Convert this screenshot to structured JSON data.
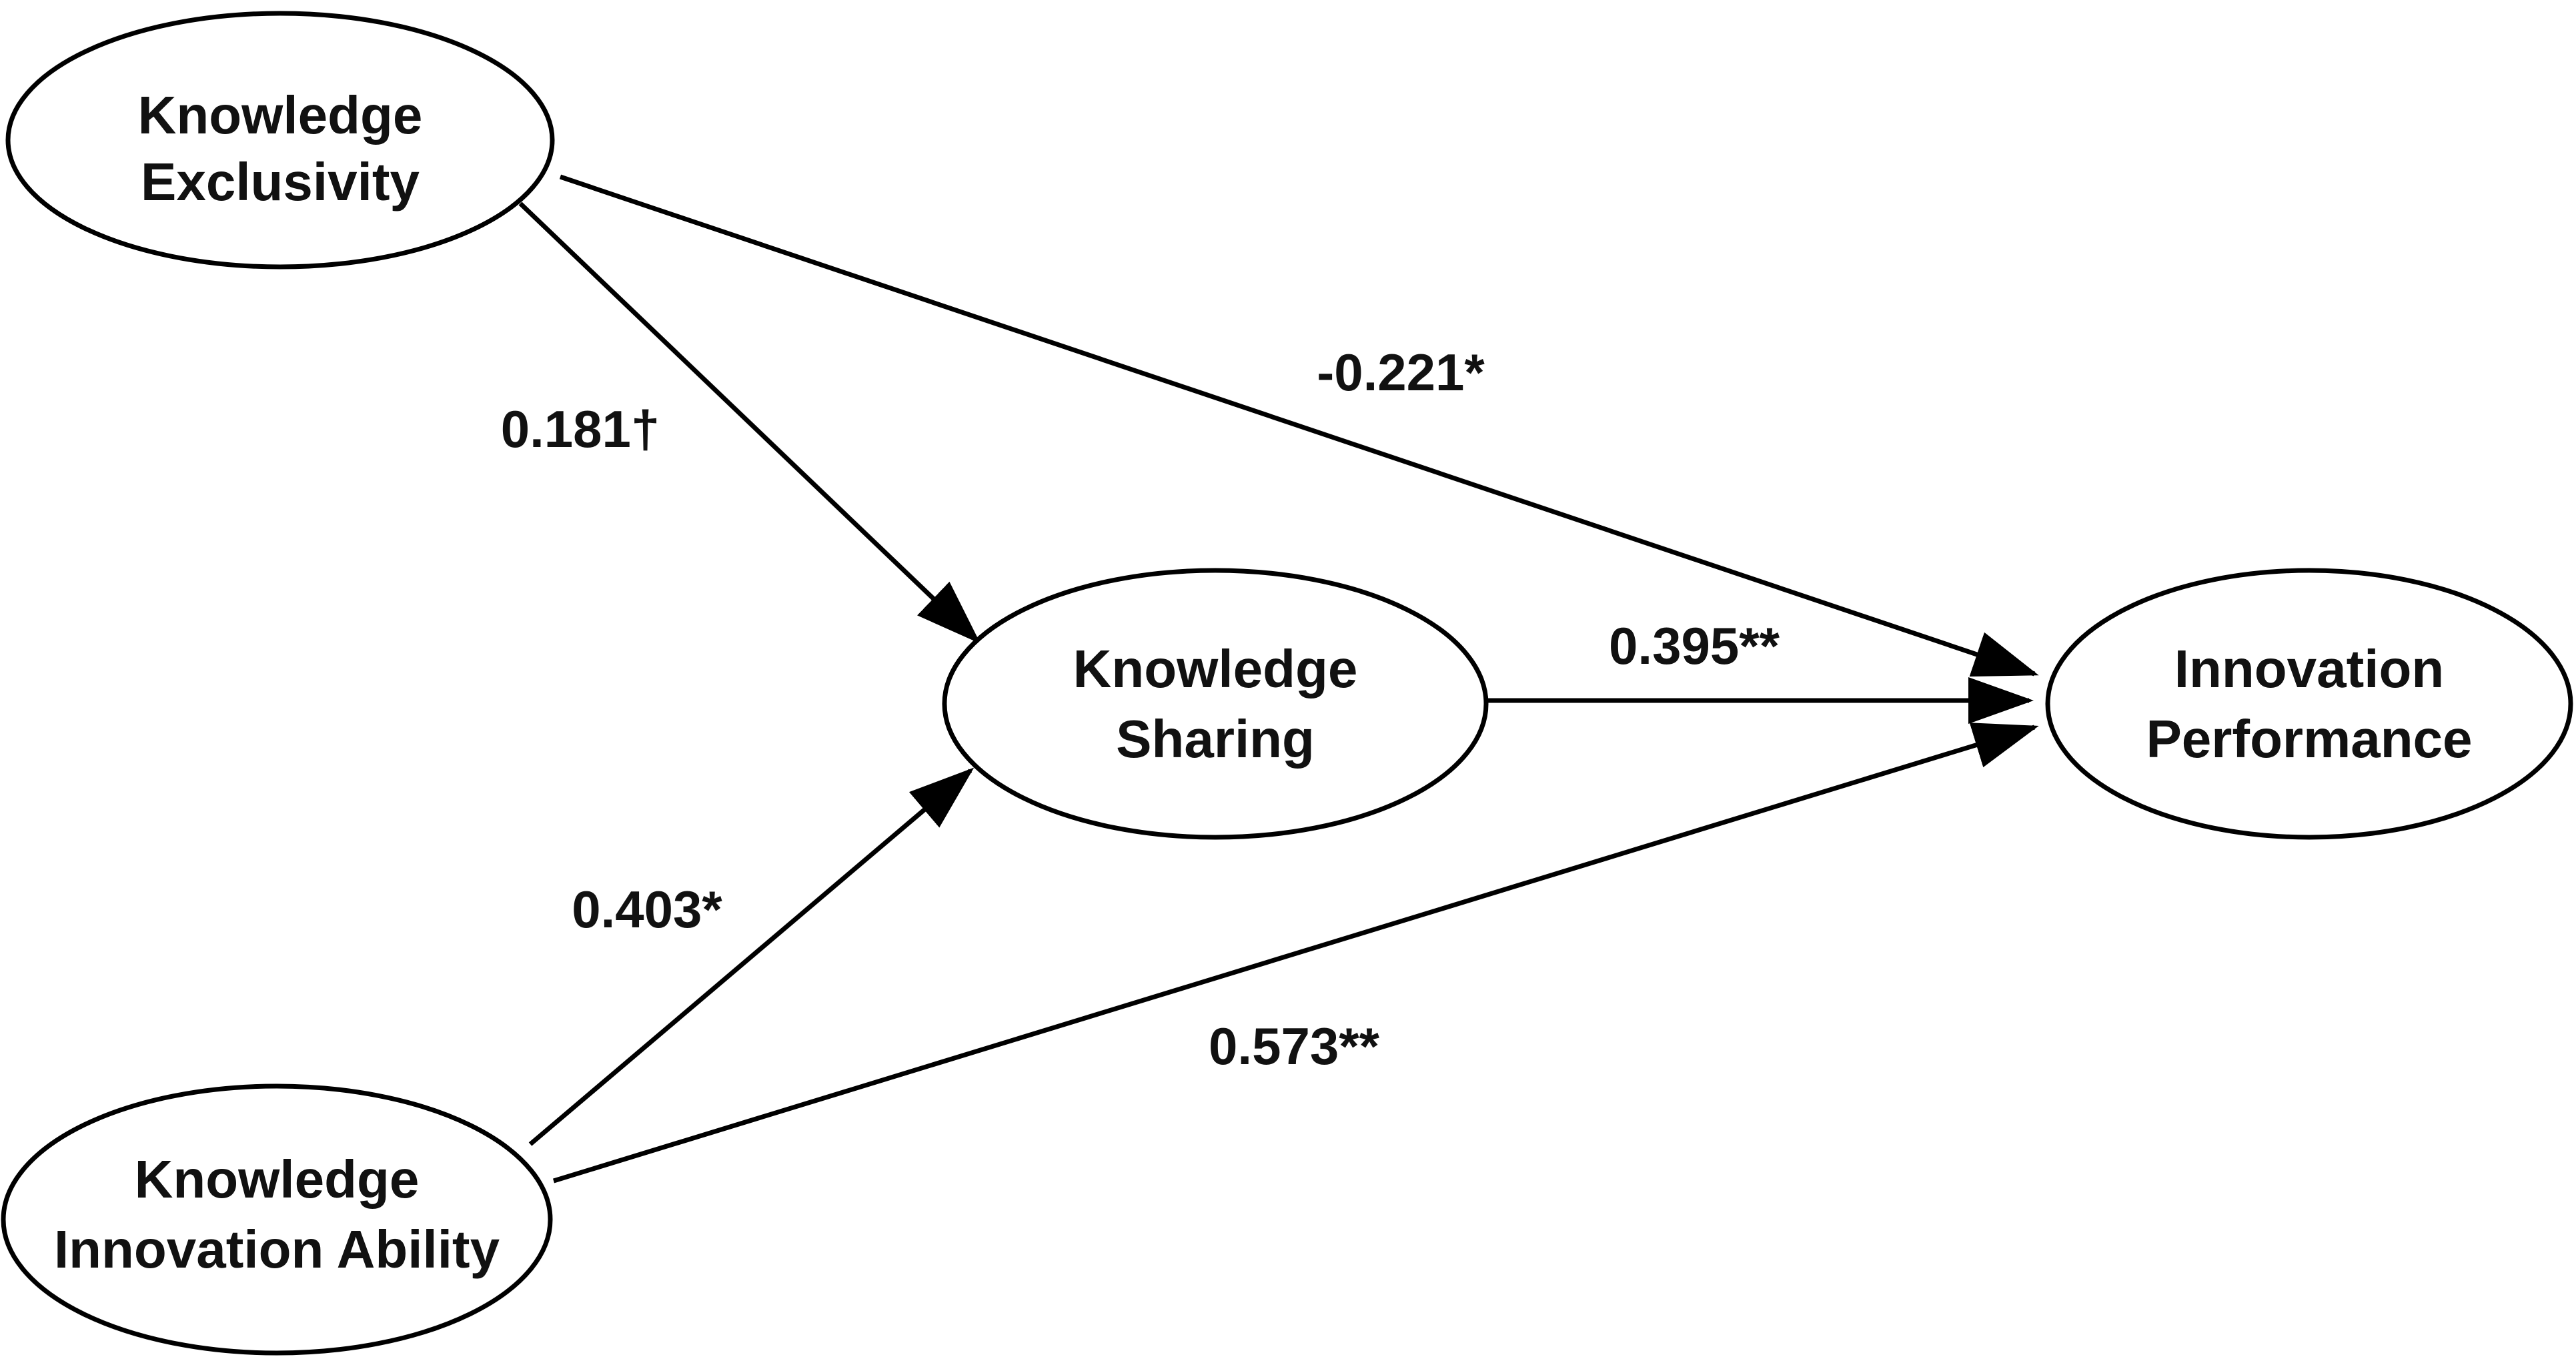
{
  "nodes": {
    "knowledge_exclusivity": {
      "line1": "Knowledge",
      "line2": "Exclusivity"
    },
    "knowledge_sharing": {
      "line1": "Knowledge",
      "line2": "Sharing"
    },
    "innovation_performance": {
      "line1": "Innovation",
      "line2": "Performance"
    },
    "knowledge_innovation_ability": {
      "line1": "Knowledge",
      "line2": "Innovation Ability"
    }
  },
  "paths": {
    "exclusivity_to_sharing": "0.181†",
    "exclusivity_to_performance": "-0.221*",
    "sharing_to_performance": "0.395**",
    "ability_to_sharing": "0.403*",
    "ability_to_performance": "0.573**"
  }
}
